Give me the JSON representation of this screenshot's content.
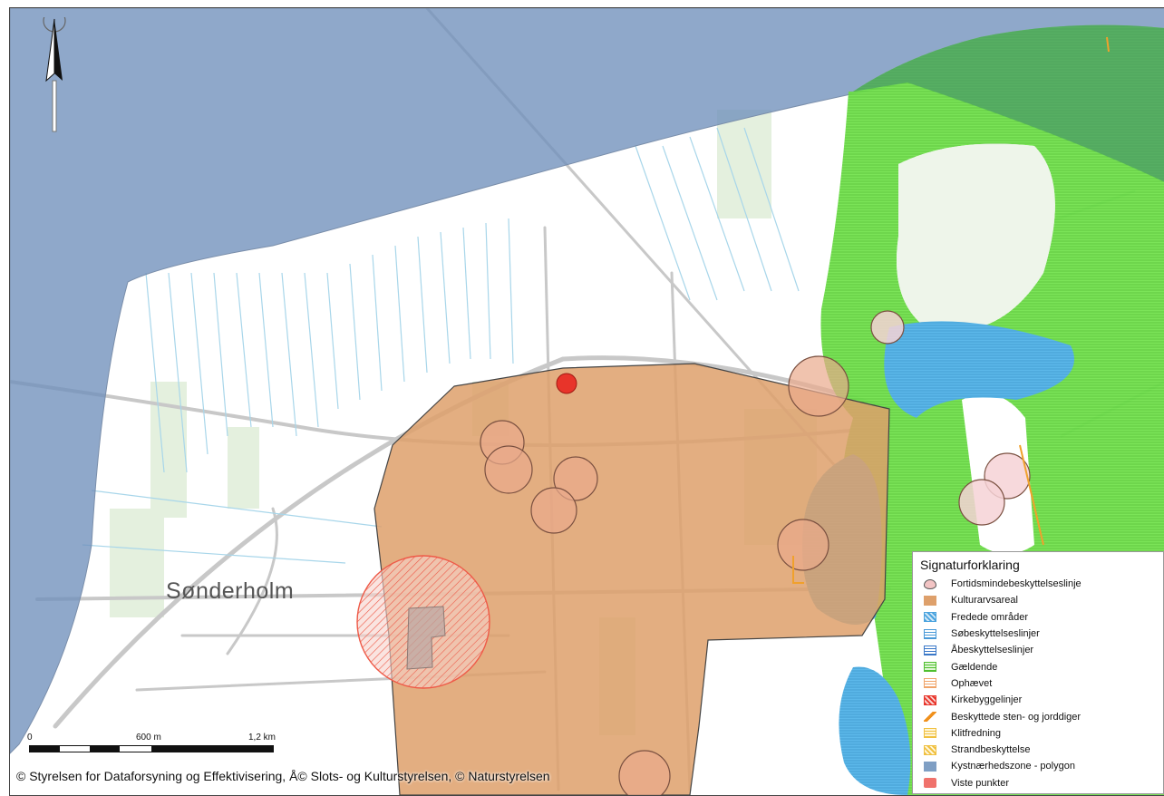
{
  "map": {
    "place_label": "Sønderholm",
    "attribution": "© Styrelsen for Dataforsyning og Effektivisering, Å© Slots- og Kulturstyrelsen, © Naturstyrelsen",
    "scalebar": {
      "labels": [
        "0",
        "600 m",
        "1,2 km"
      ]
    },
    "colors": {
      "coastal_zone": "#7f9fc4",
      "culture_area": "#e0a572",
      "green_zone": "#6fdc4a",
      "lake_zone": "#56b4e9",
      "church_line": "#ef6b5a",
      "viewed_point": "#e8342a",
      "ancient_monument": "#f2c4c4"
    }
  },
  "legend": {
    "title": "Signaturforklaring",
    "items": [
      {
        "label": "Fortidsmindebeskyttelseslinje",
        "icon": "ancient-monument-swatch"
      },
      {
        "label": "Kulturarvsareal",
        "icon": "culture-area-swatch"
      },
      {
        "label": "Fredede områder",
        "icon": "protected-area-swatch"
      },
      {
        "label": "Søbeskyttelseslinjer",
        "icon": "lake-protection-swatch"
      },
      {
        "label": "Åbeskyttelseslinjer",
        "icon": "stream-protection-swatch"
      },
      {
        "label": "Gældende",
        "icon": "current-swatch"
      },
      {
        "label": "Ophævet",
        "icon": "revoked-swatch"
      },
      {
        "label": "Kirkebyggelinjer",
        "icon": "church-line-swatch"
      },
      {
        "label": "Beskyttede sten- og jorddiger",
        "icon": "stone-dike-swatch"
      },
      {
        "label": "Klitfredning",
        "icon": "dune-protection-swatch"
      },
      {
        "label": "Strandbeskyttelse",
        "icon": "beach-protection-swatch"
      },
      {
        "label": "Kystnærhedszone - polygon",
        "icon": "coastal-zone-swatch"
      },
      {
        "label": "Viste punkter",
        "icon": "viewed-points-swatch"
      }
    ]
  }
}
